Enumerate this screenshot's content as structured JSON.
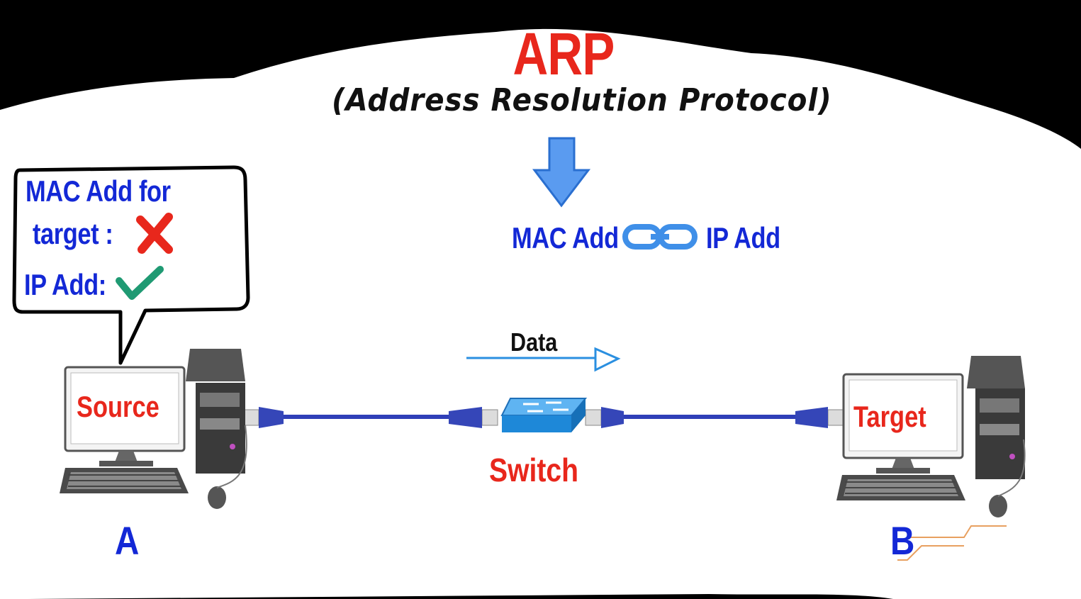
{
  "title": "ARP",
  "subtitle": "(Address Resolution Protocol)",
  "mapping": {
    "left": "MAC Add",
    "right": "IP Add",
    "link_icon": "chain-link-icon"
  },
  "bubble": {
    "line1": "MAC Add for",
    "line2": "target :",
    "line3": "IP Add:",
    "mac_status_icon": "cross-icon",
    "ip_status_icon": "check-icon"
  },
  "source": {
    "screen_label": "Source",
    "letter": "A"
  },
  "target": {
    "screen_label": "Target",
    "letter": "B"
  },
  "switch_label": "Switch",
  "data_label": "Data",
  "colors": {
    "title": "#e8271c",
    "blue_text": "#1328d6",
    "red_text": "#e8271c",
    "cable": "#2f3fb8",
    "arrow": "#5a9bf0",
    "switch": "#1e88d8",
    "check": "#1f9a73",
    "cross": "#e8271c"
  }
}
